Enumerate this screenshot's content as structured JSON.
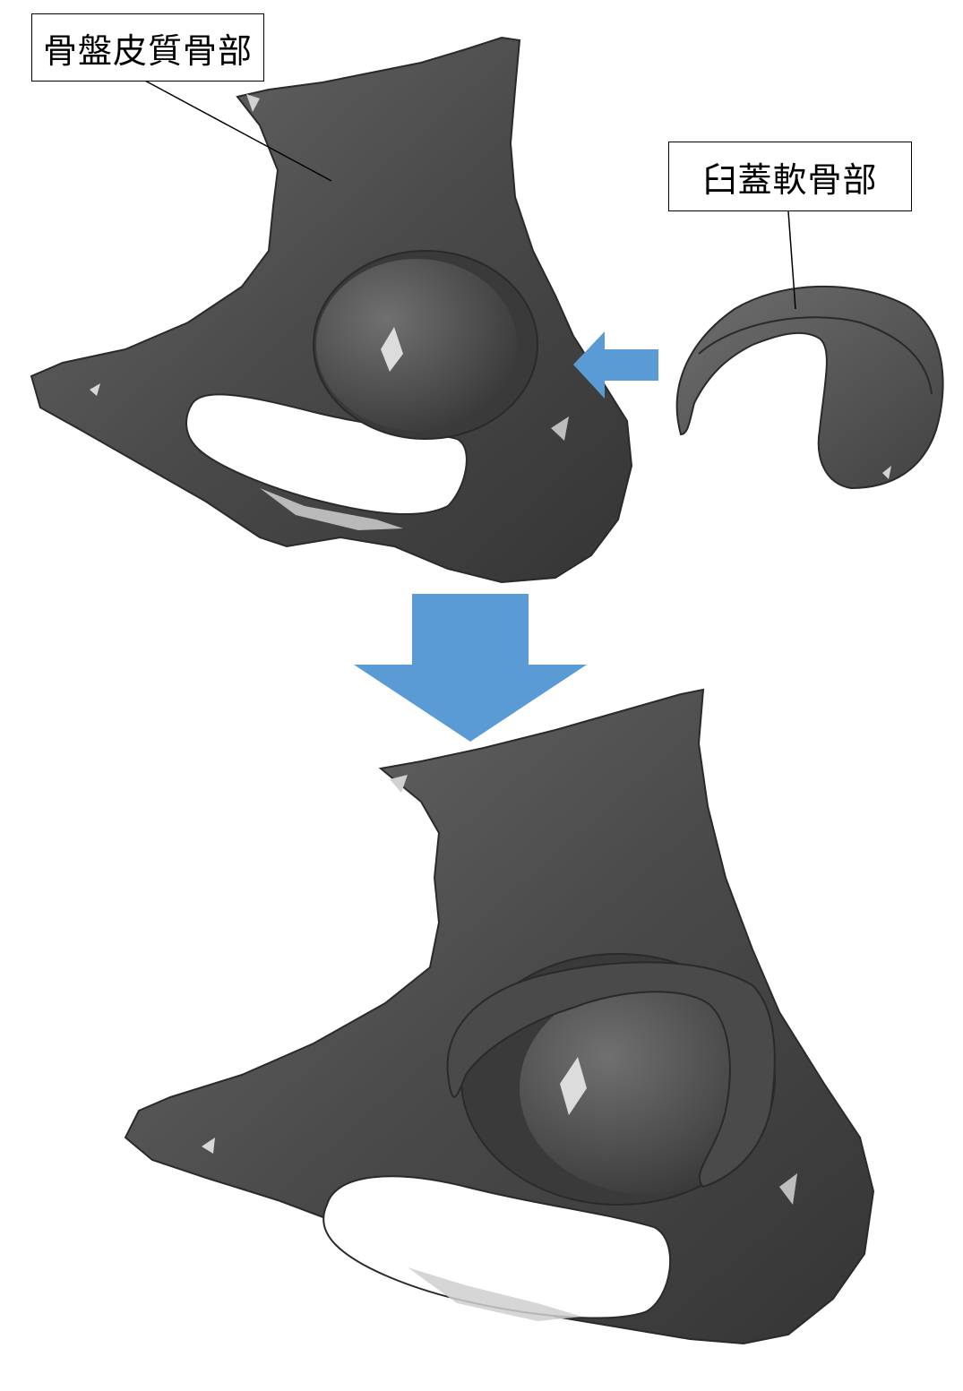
{
  "labels": {
    "pelvic_cortical_bone": "骨盤皮質骨部",
    "acetabular_cartilage": "臼蓋軟骨部"
  },
  "colors": {
    "bone_dark": "#3c3c3c",
    "bone_mid": "#5a5a5a",
    "bone_light": "#8a8a8a",
    "highlight": "#e8e8e8",
    "arrow_blue": "#5b9bd5",
    "label_border": "#000000"
  },
  "figure": {
    "top_left": "pelvis-model-before",
    "top_right": "cartilage-model",
    "bottom": "pelvis-model-combined",
    "right_arrow_icon": "arrow-left-icon",
    "down_arrow_icon": "arrow-down-icon"
  }
}
